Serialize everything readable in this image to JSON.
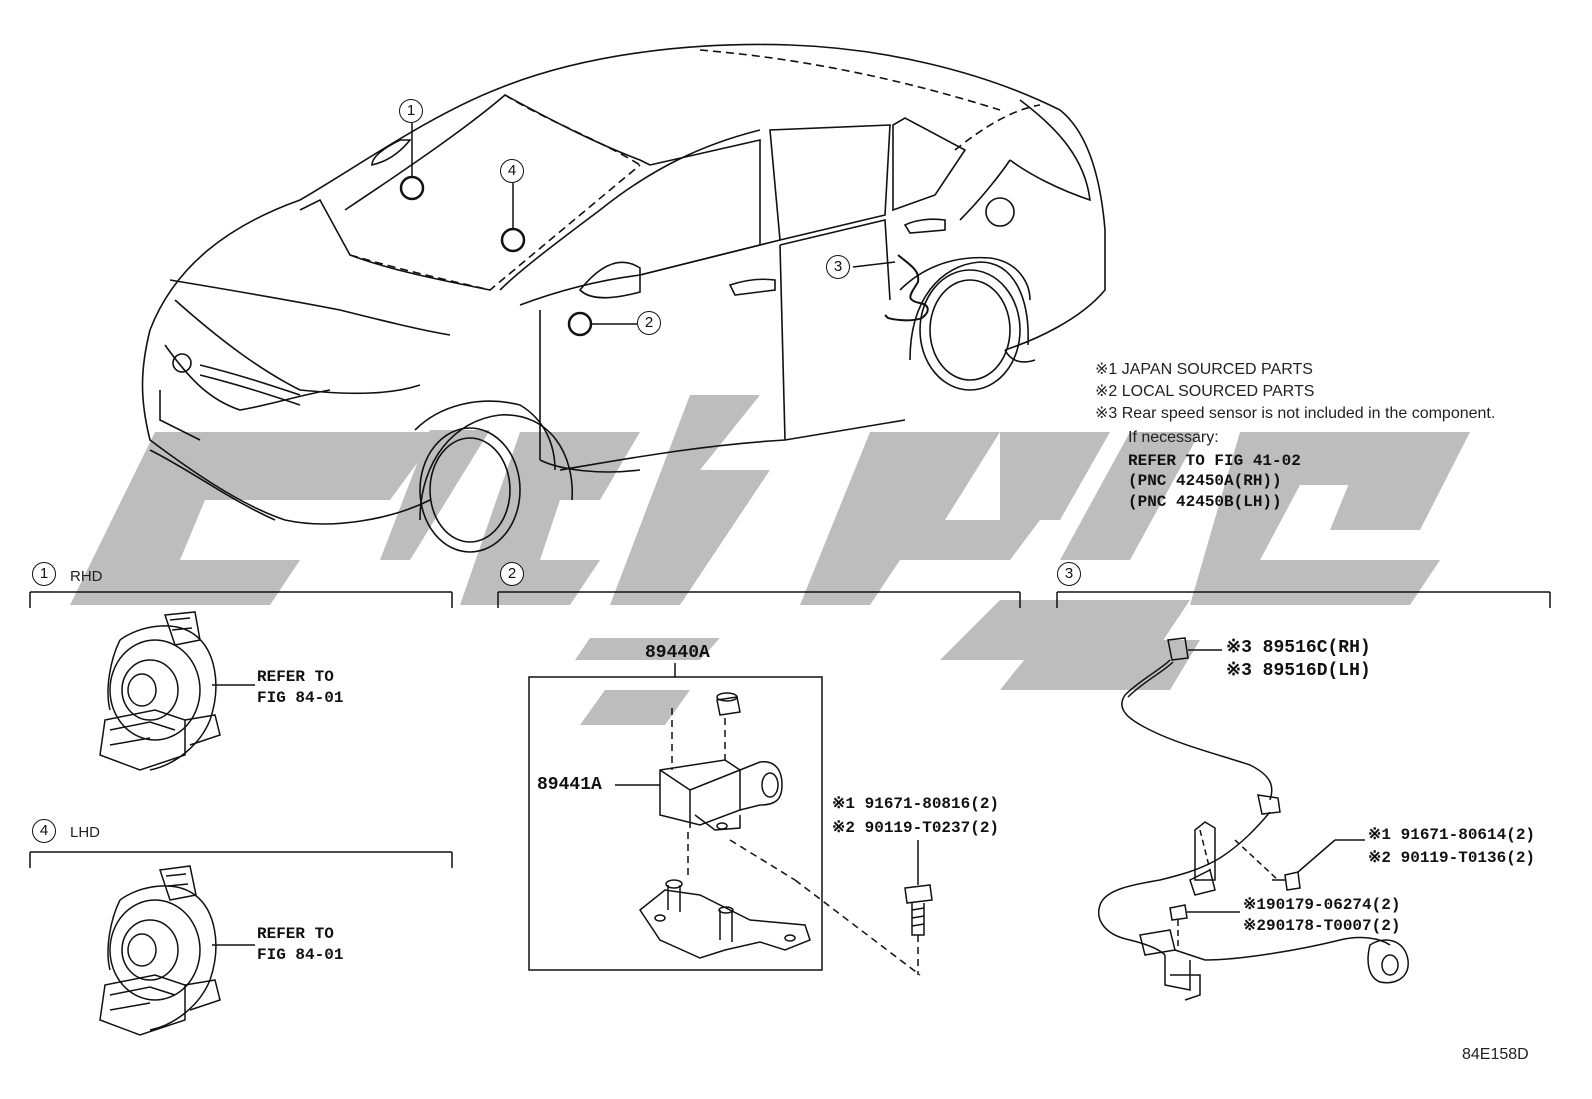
{
  "watermark": {
    "color": "#bdbdbd"
  },
  "callouts": {
    "c1": "1",
    "c2": "2",
    "c3": "3",
    "c4": "4"
  },
  "notes": {
    "n1": "※1 JAPAN SOURCED PARTS",
    "n2": "※2 LOCAL SOURCED PARTS",
    "n3": "※3 Rear speed sensor is not included in the component.",
    "n4": "If necessary:",
    "ref1": "REFER TO FIG 41-02",
    "ref2": "(PNC 42450A(RH))",
    "ref3": "(PNC 42450B(LH))"
  },
  "sections": {
    "s1": {
      "num": "1",
      "label": "RHD",
      "ref_a": "REFER TO",
      "ref_b": "FIG 84-01"
    },
    "s2": {
      "num": "2",
      "assy": "89440A",
      "sensor": "89441A",
      "bolt1": "※1 91671-80816(2)",
      "bolt2": "※2 90119-T0237(2)"
    },
    "s3": {
      "num": "3",
      "rh": "※3 89516C(RH)",
      "lh": "※3 89516D(LH)",
      "b1": "※1 91671-80614(2)",
      "b2": "※2 90119-T0136(2)",
      "n1": "※190179-06274(2)",
      "n2": "※290178-T0007(2)"
    },
    "s4": {
      "num": "4",
      "label": "LHD",
      "ref_a": "REFER TO",
      "ref_b": "FIG 84-01"
    }
  },
  "diagram_id": "84E158D"
}
